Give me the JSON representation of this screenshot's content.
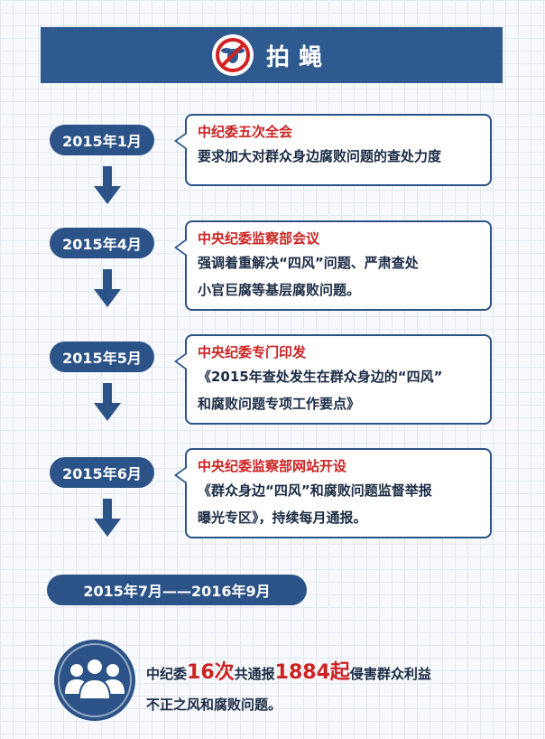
{
  "header": {
    "title": "拍蝇",
    "logo_icon": "no-fly-icon"
  },
  "timeline": [
    {
      "date": "2015年1月",
      "head": "中纪委五次全会",
      "lines": [
        "要求加大对群众身边腐败问题的查处力度"
      ]
    },
    {
      "date": "2015年4月",
      "head": "中央纪委监察部会议",
      "lines": [
        "强调着重解决“四风”问题、严肃查处",
        "小官巨腐等基层腐败问题。"
      ]
    },
    {
      "date": "2015年5月",
      "head": "中央纪委专门印发",
      "lines": [
        "《2015年查处发生在群众身边的“四风”",
        "和腐败问题专项工作要点》"
      ]
    },
    {
      "date": "2015年6月",
      "head": "中央纪委监察部网站开设",
      "lines": [
        "《群众身边“四风”和腐败问题监督举报",
        "曝光专区》，持续每月通报。"
      ]
    }
  ],
  "range": "2015年7月——2016年9月",
  "summary": {
    "prefix": "中纪委",
    "count1": "16次",
    "mid": "共通报",
    "count2": "1884起",
    "suffix": "侵害群众利益",
    "line2": "不正之风和腐败问题。"
  },
  "colors": {
    "primary": "#2b5387",
    "accent": "#cc2222"
  }
}
